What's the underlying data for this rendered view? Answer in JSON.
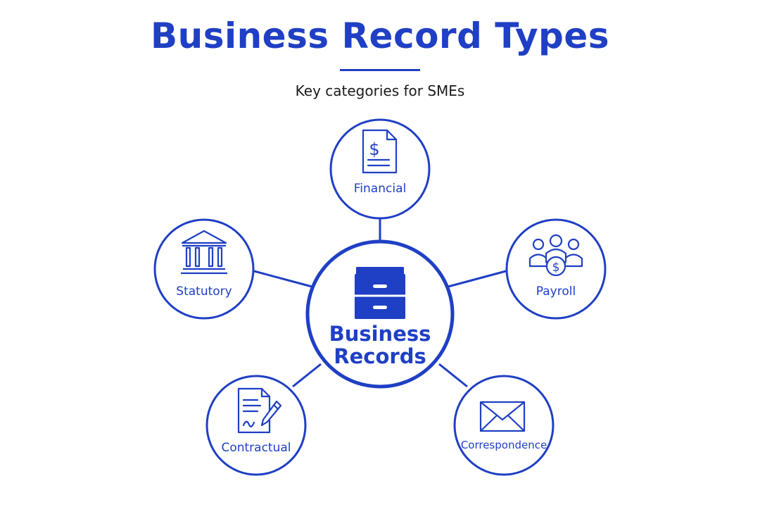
{
  "header": {
    "title": "Business Record Types",
    "subtitle": "Key categories for SMEs"
  },
  "center": {
    "line1": "Business",
    "line2": "Records",
    "icon": "filing-cabinet-icon"
  },
  "nodes": [
    {
      "label": "Financial",
      "icon": "dollar-document-icon"
    },
    {
      "label": "Statutory",
      "icon": "government-building-icon"
    },
    {
      "label": "Payroll",
      "icon": "people-dollar-icon"
    },
    {
      "label": "Contractual",
      "icon": "contract-pen-icon"
    },
    {
      "label": "Correspondence",
      "icon": "envelope-icon"
    }
  ],
  "colors": {
    "accent": "#1f3fc4",
    "text": "#1a1a1a",
    "background": "#ffffff"
  }
}
